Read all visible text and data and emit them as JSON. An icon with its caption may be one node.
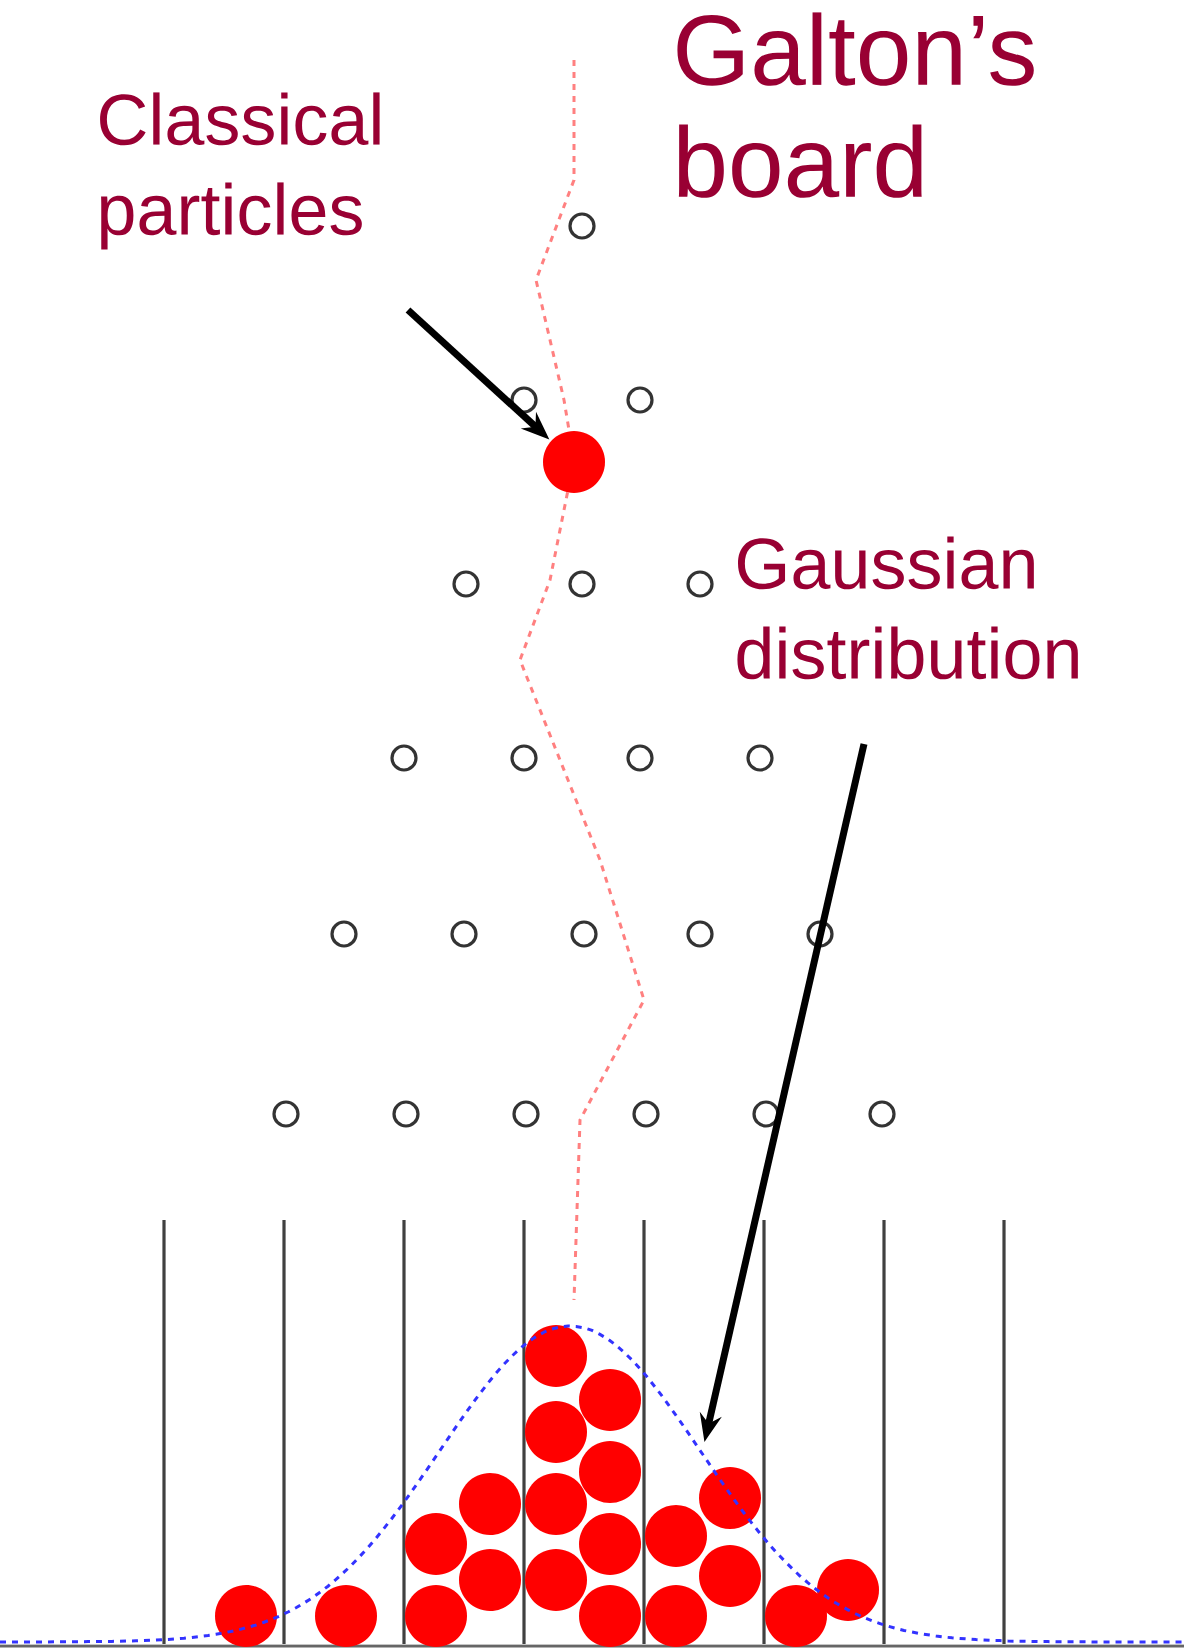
{
  "diagram": {
    "title": "Galton’s board",
    "nodes": [
      {
        "text": [
          "Classical particles"
        ]
      },
      {
        "text": [],
        "shape": "circle"
      },
      {
        "text": [
          "Gaussian distribution"
        ]
      }
    ],
    "edges": [
      {
        "from": 0,
        "to": 1,
        "arrow": "to"
      },
      {
        "from": 2,
        "to": null,
        "arrow": "to"
      }
    ]
  }
}
